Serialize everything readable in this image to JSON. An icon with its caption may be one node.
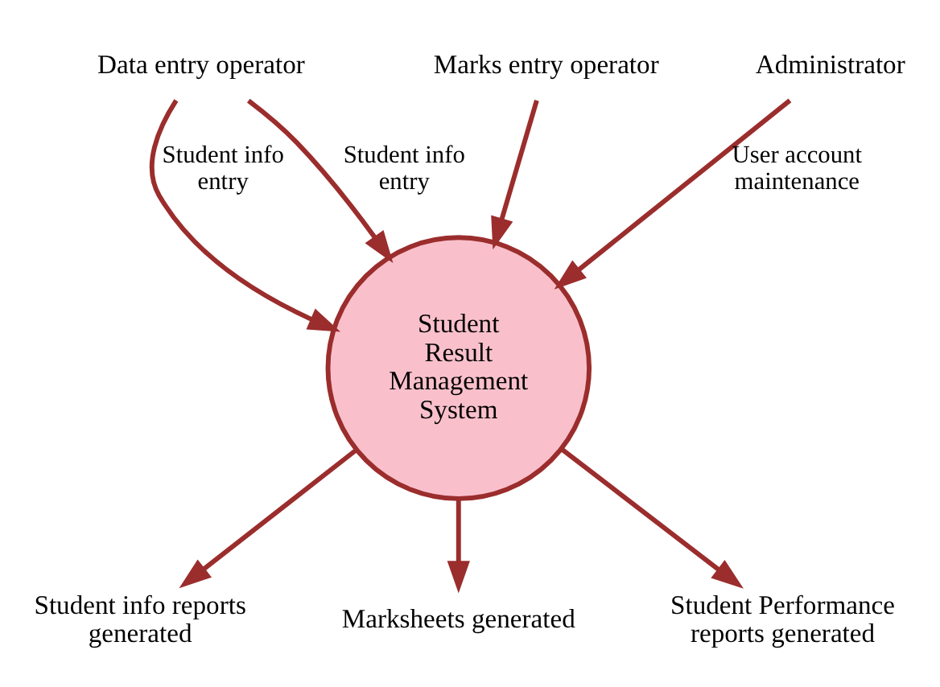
{
  "diagram": {
    "nodes": [
      {
        "text": [
          "Data entry operator"
        ]
      },
      {
        "text": [
          "Marks entry operator"
        ]
      },
      {
        "text": [
          "Administrator"
        ]
      },
      {
        "text": [
          "Student Result Management System"
        ]
      },
      {
        "text": [
          "Student info reports generated"
        ]
      },
      {
        "text": [
          "Marksheets generated"
        ]
      },
      {
        "text": [
          "Student Performance reports generated"
        ]
      }
    ],
    "edges": [
      {
        "from": 0,
        "to": 3,
        "arrow": "to",
        "label": "Student info entry"
      },
      {
        "from": 0,
        "to": 3,
        "arrow": "to",
        "label": "Student info entry"
      },
      {
        "from": 1,
        "to": 3,
        "arrow": "to"
      },
      {
        "from": 2,
        "to": 3,
        "arrow": "to",
        "label": "User account maintenance"
      },
      {
        "from": 3,
        "to": 4,
        "arrow": "to"
      },
      {
        "from": 3,
        "to": 5,
        "arrow": "to"
      },
      {
        "from": 3,
        "to": 6,
        "arrow": "to"
      }
    ]
  }
}
